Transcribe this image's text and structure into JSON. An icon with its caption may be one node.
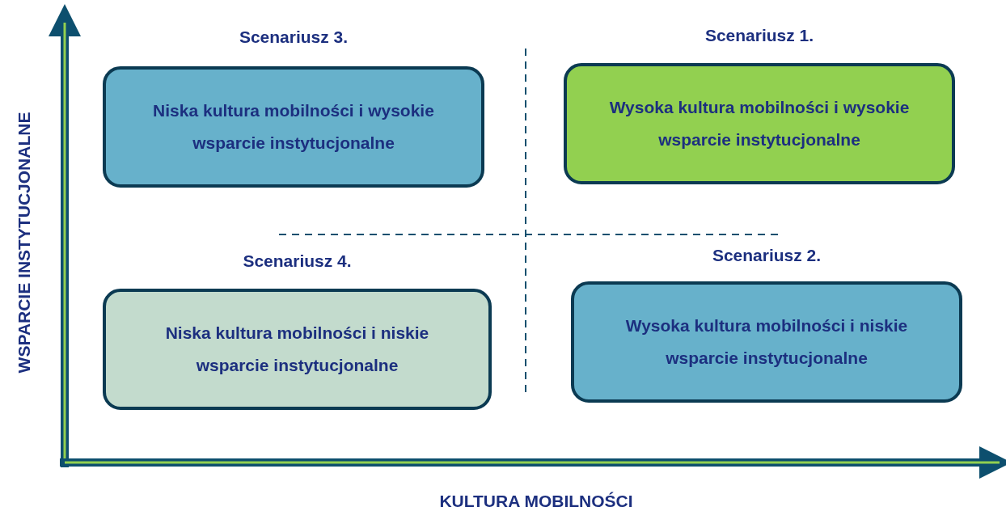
{
  "diagram": {
    "nodes": [
      {
        "text": [
          "Scenariusz 3.",
          "Niska kultura mobilności i wysokie wsparcie instytucjonalne"
        ]
      },
      {
        "text": [
          "Scenariusz 1.",
          "Wysoka kultura mobilności i wysokie wsparcie instytucjonalne"
        ]
      },
      {
        "text": [
          "Scenariusz 4.",
          "Niska kultura mobilności i niskie wsparcie instytucjonalne"
        ]
      },
      {
        "text": [
          "Scenariusz 2.",
          "Wysoka kultura mobilności i niskie wsparcie instytucjonalne"
        ]
      }
    ],
    "labels": [
      "WSPARCIE INSTYTUCJONALNE",
      "KULTURA MOBILNOŚCI"
    ]
  }
}
